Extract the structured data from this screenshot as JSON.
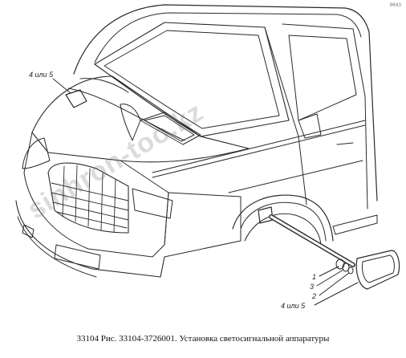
{
  "page_number": "0043",
  "watermark": "sinhron-too.kz",
  "caption": "33104 Рис. 33104-3726001. Установка светосигнальной аппаратуры",
  "callouts": {
    "top_left": "4 или 5",
    "c1": "1",
    "c3": "3",
    "c2": "2",
    "bottom": "4 или 5"
  },
  "colors": {
    "line": "#2a2a2a",
    "watermark": "#7a7a7a"
  }
}
